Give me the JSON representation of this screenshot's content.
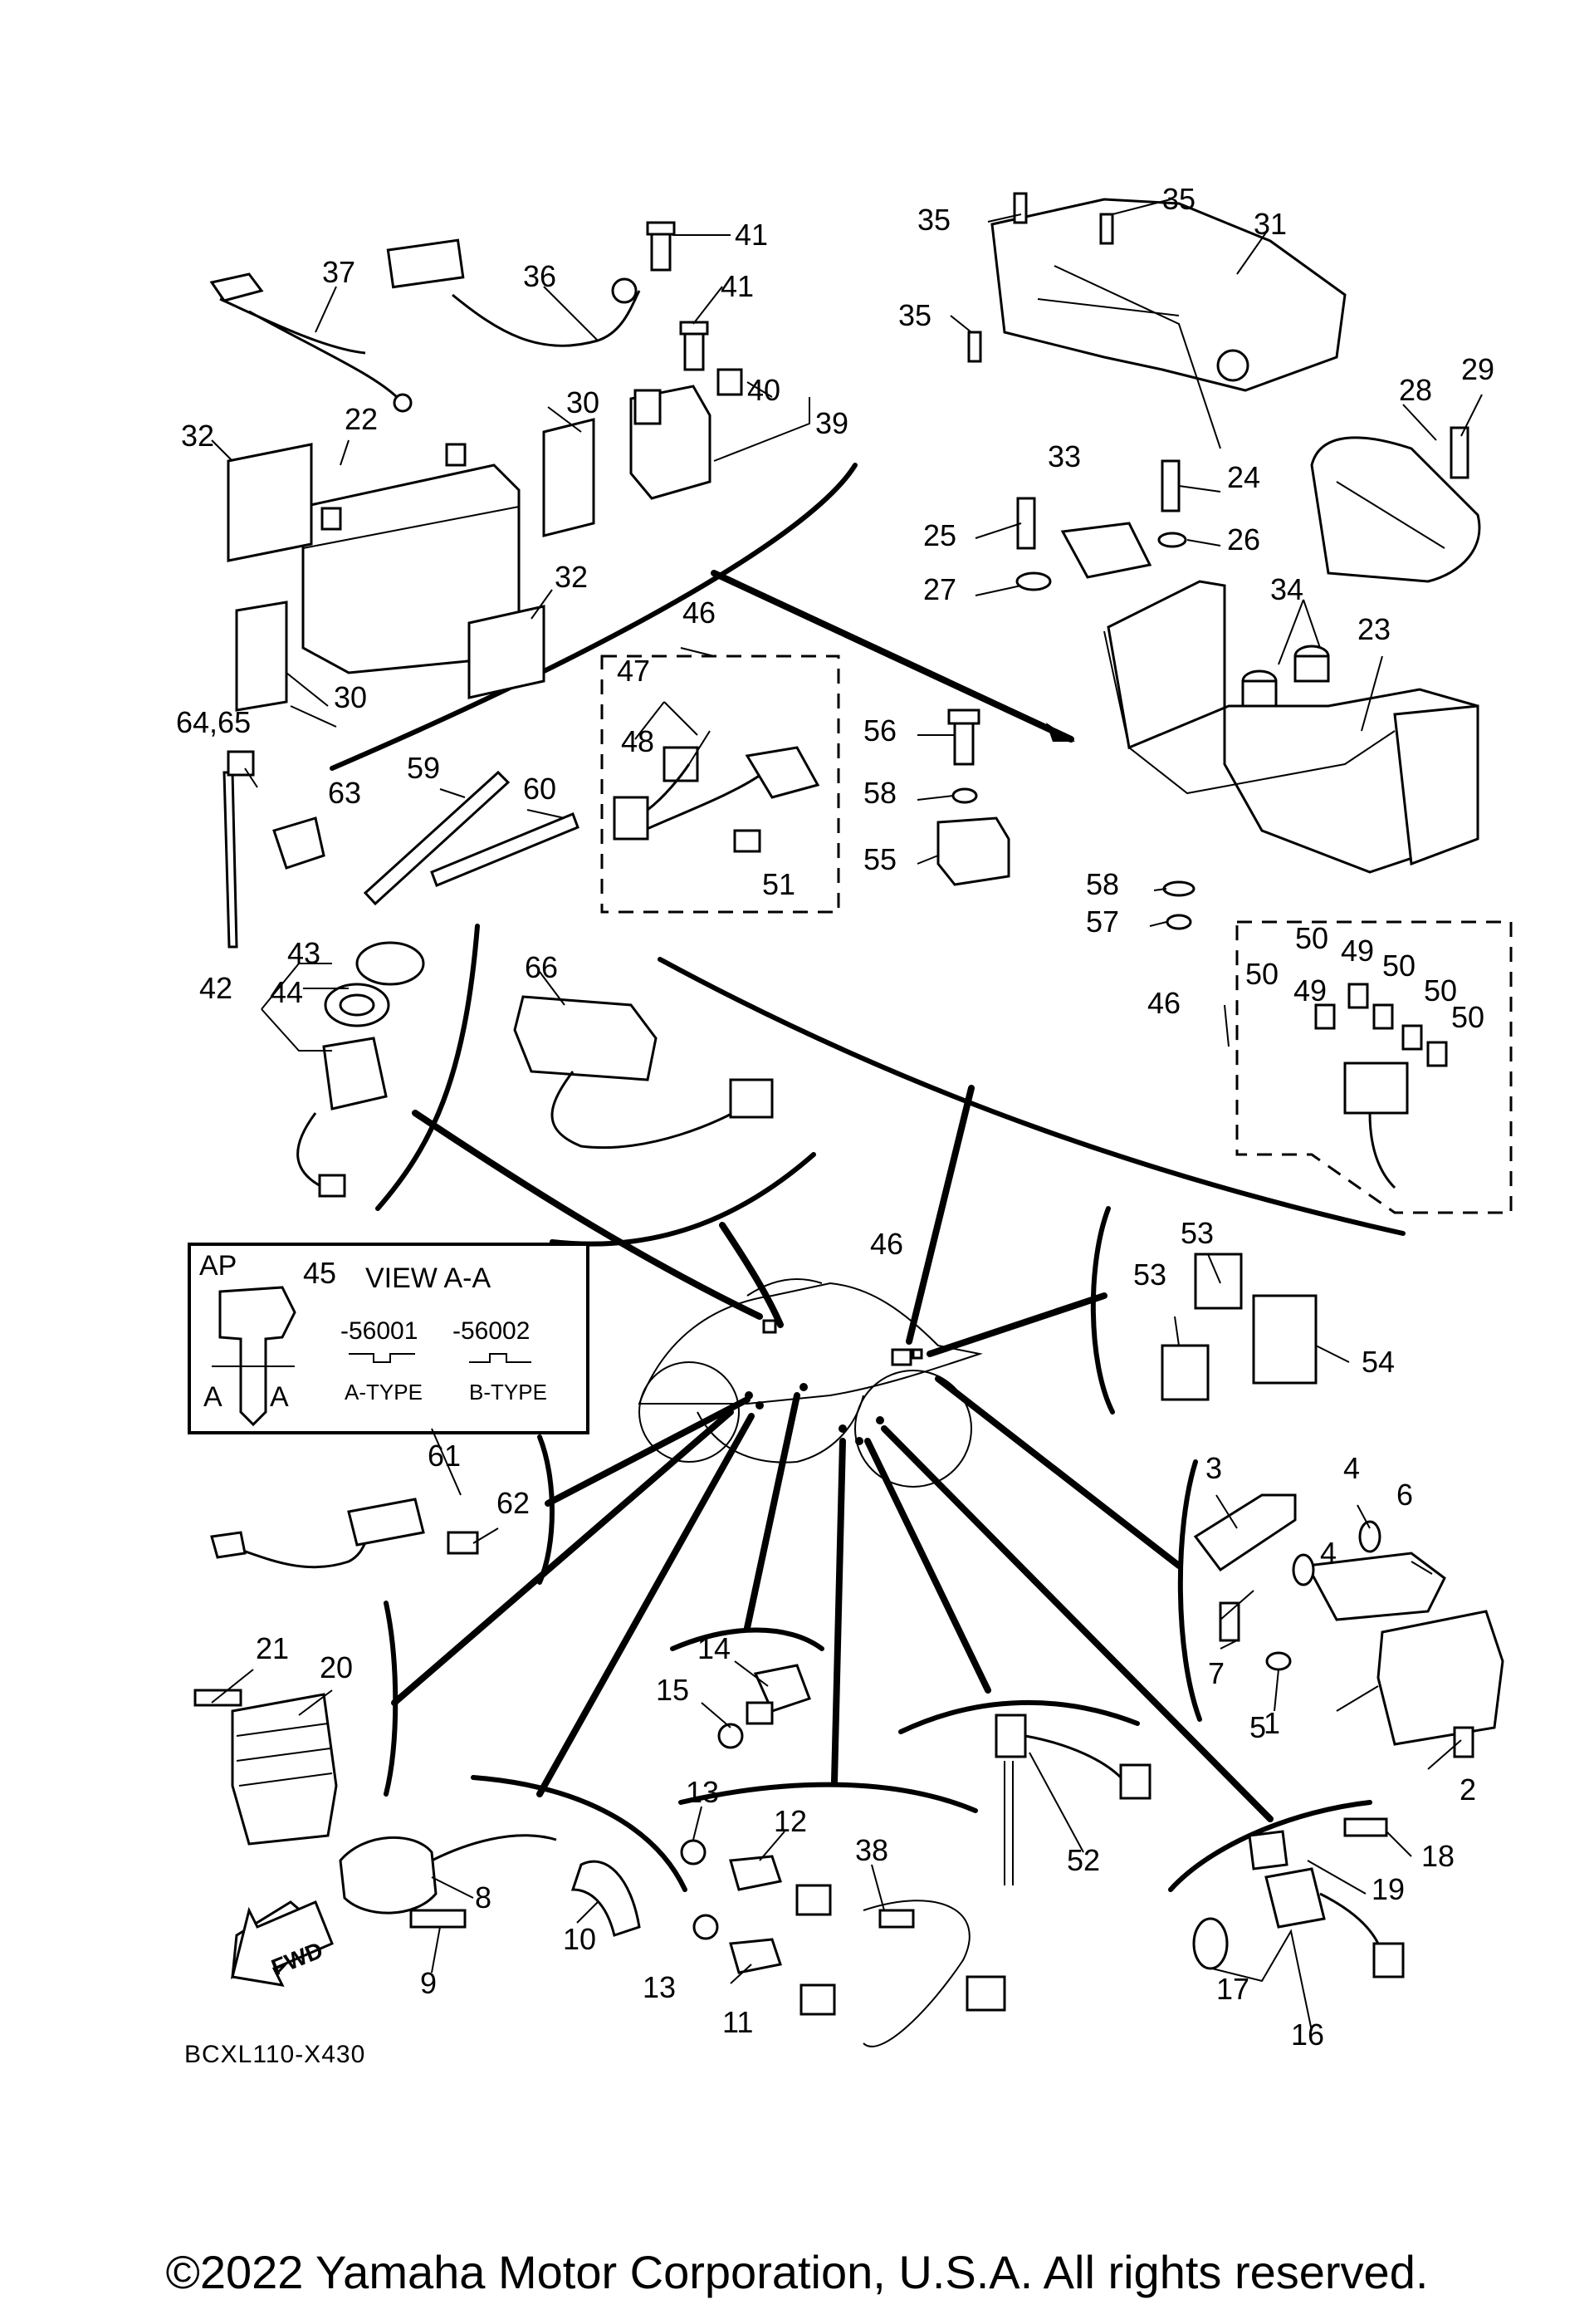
{
  "diagram": {
    "callouts": [
      "1",
      "2",
      "3",
      "4",
      "4",
      "5",
      "6",
      "7",
      "8",
      "9",
      "10",
      "11",
      "12",
      "13",
      "13",
      "14",
      "15",
      "16",
      "17",
      "18",
      "19",
      "20",
      "21",
      "22",
      "23",
      "24",
      "25",
      "26",
      "27",
      "28",
      "29",
      "30",
      "30",
      "31",
      "32",
      "32",
      "33",
      "34",
      "35",
      "35",
      "35",
      "36",
      "37",
      "38",
      "39",
      "40",
      "41",
      "41",
      "42",
      "43",
      "44",
      "45",
      "46",
      "46",
      "46",
      "47",
      "48",
      "49",
      "49",
      "50",
      "50",
      "50",
      "50",
      "50",
      "51",
      "52",
      "53",
      "53",
      "54",
      "55",
      "56",
      "57",
      "58",
      "58",
      "59",
      "60",
      "61",
      "62",
      "63",
      "64,65",
      "66"
    ],
    "inset": {
      "ap_label": "AP",
      "part_number": "45",
      "view_title": "VIEW A-A",
      "variant_a_code": "-56001",
      "variant_b_code": "-56002",
      "variant_a_type": "A-TYPE",
      "variant_b_type": "B-TYPE",
      "section_mark_left": "A",
      "section_mark_right": "A"
    },
    "fwd_label": "FWD",
    "drawing_code": "BCXL110-X430"
  },
  "footer": {
    "copyright": "©2022 Yamaha Motor Corporation, U.S.A. All rights reserved."
  },
  "colors": {
    "ink": "#000000",
    "paper": "#ffffff"
  }
}
